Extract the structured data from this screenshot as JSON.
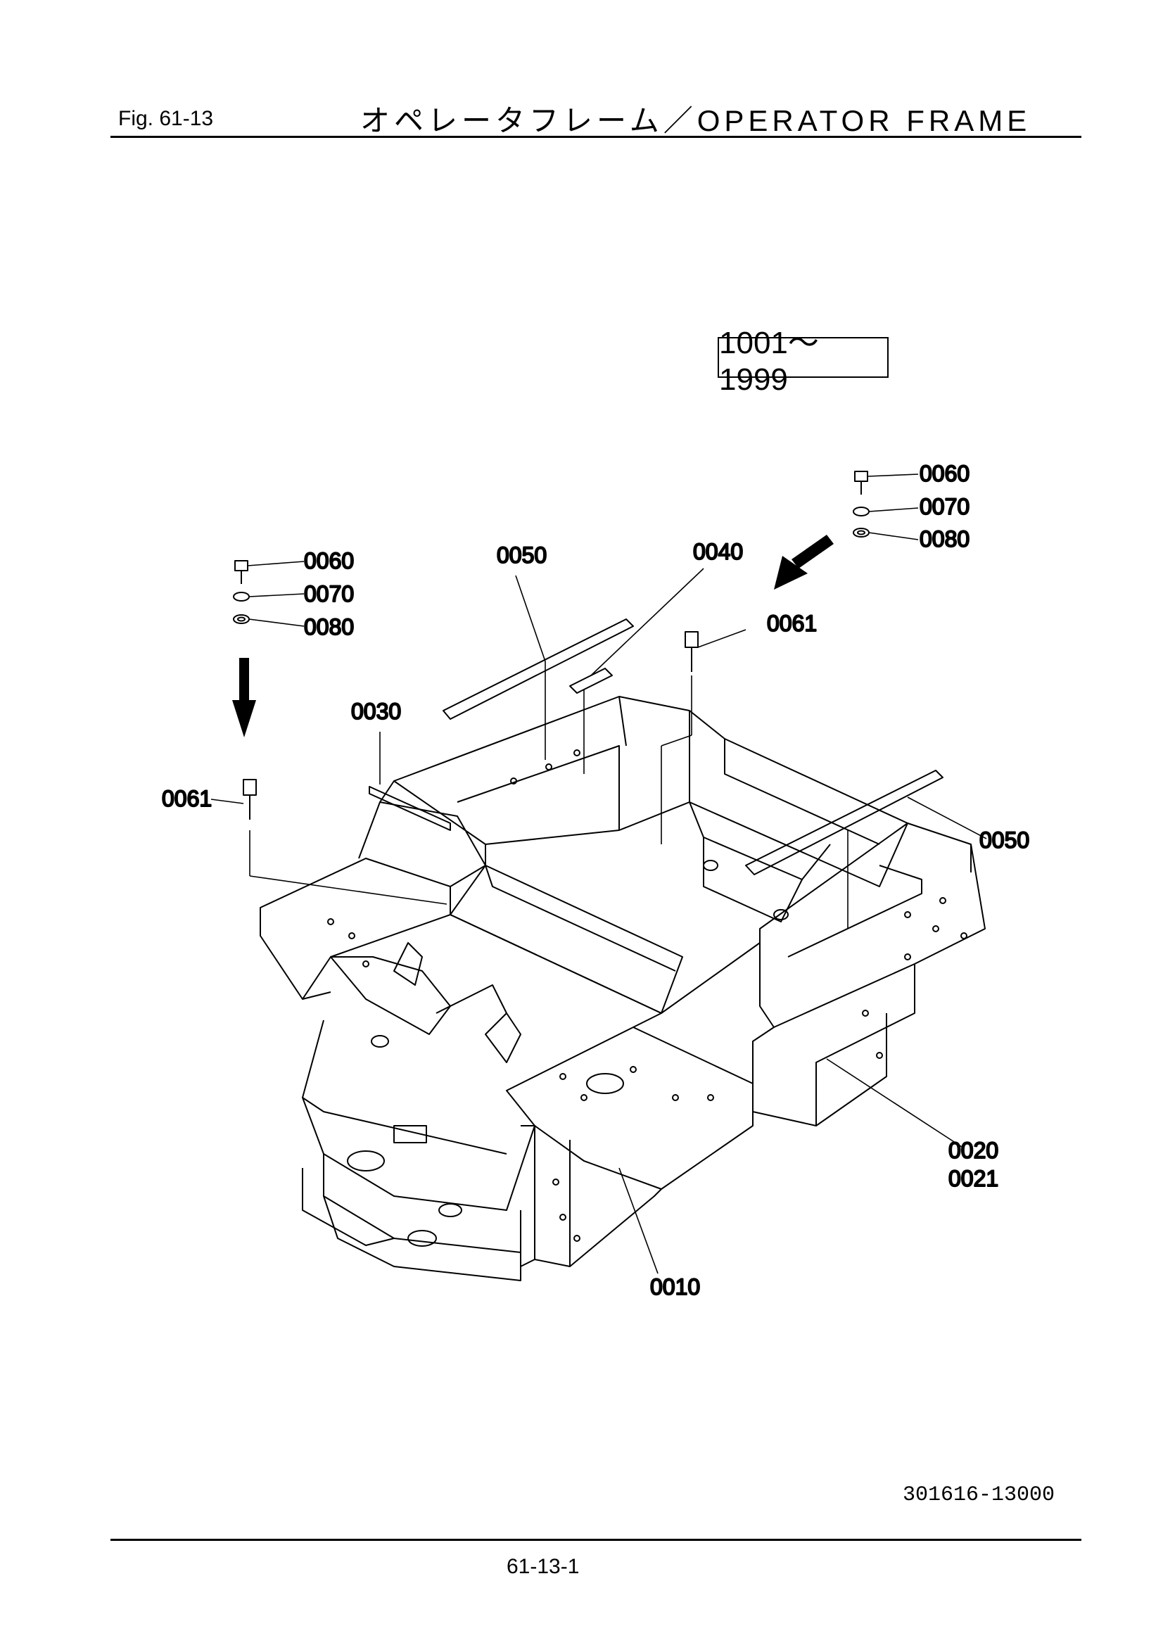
{
  "header": {
    "figure_label": "Fig. 61-13",
    "title": "オペレータフレーム／OPERATOR FRAME"
  },
  "serial_range": "1001～1999",
  "callouts": {
    "p0010": "0010",
    "p0020": "0020",
    "p0021": "0021",
    "p0030": "0030",
    "p0040": "0040",
    "p0050_top": "0050",
    "p0050_right": "0050",
    "p0060_left": "0060",
    "p0070_left": "0070",
    "p0080_left": "0080",
    "p0060_right": "0060",
    "p0070_right": "0070",
    "p0080_right": "0080",
    "p0061_left": "0061",
    "p0061_right": "0061"
  },
  "footer": {
    "document_number": "301616-13000",
    "page_number": "61-13-1"
  }
}
